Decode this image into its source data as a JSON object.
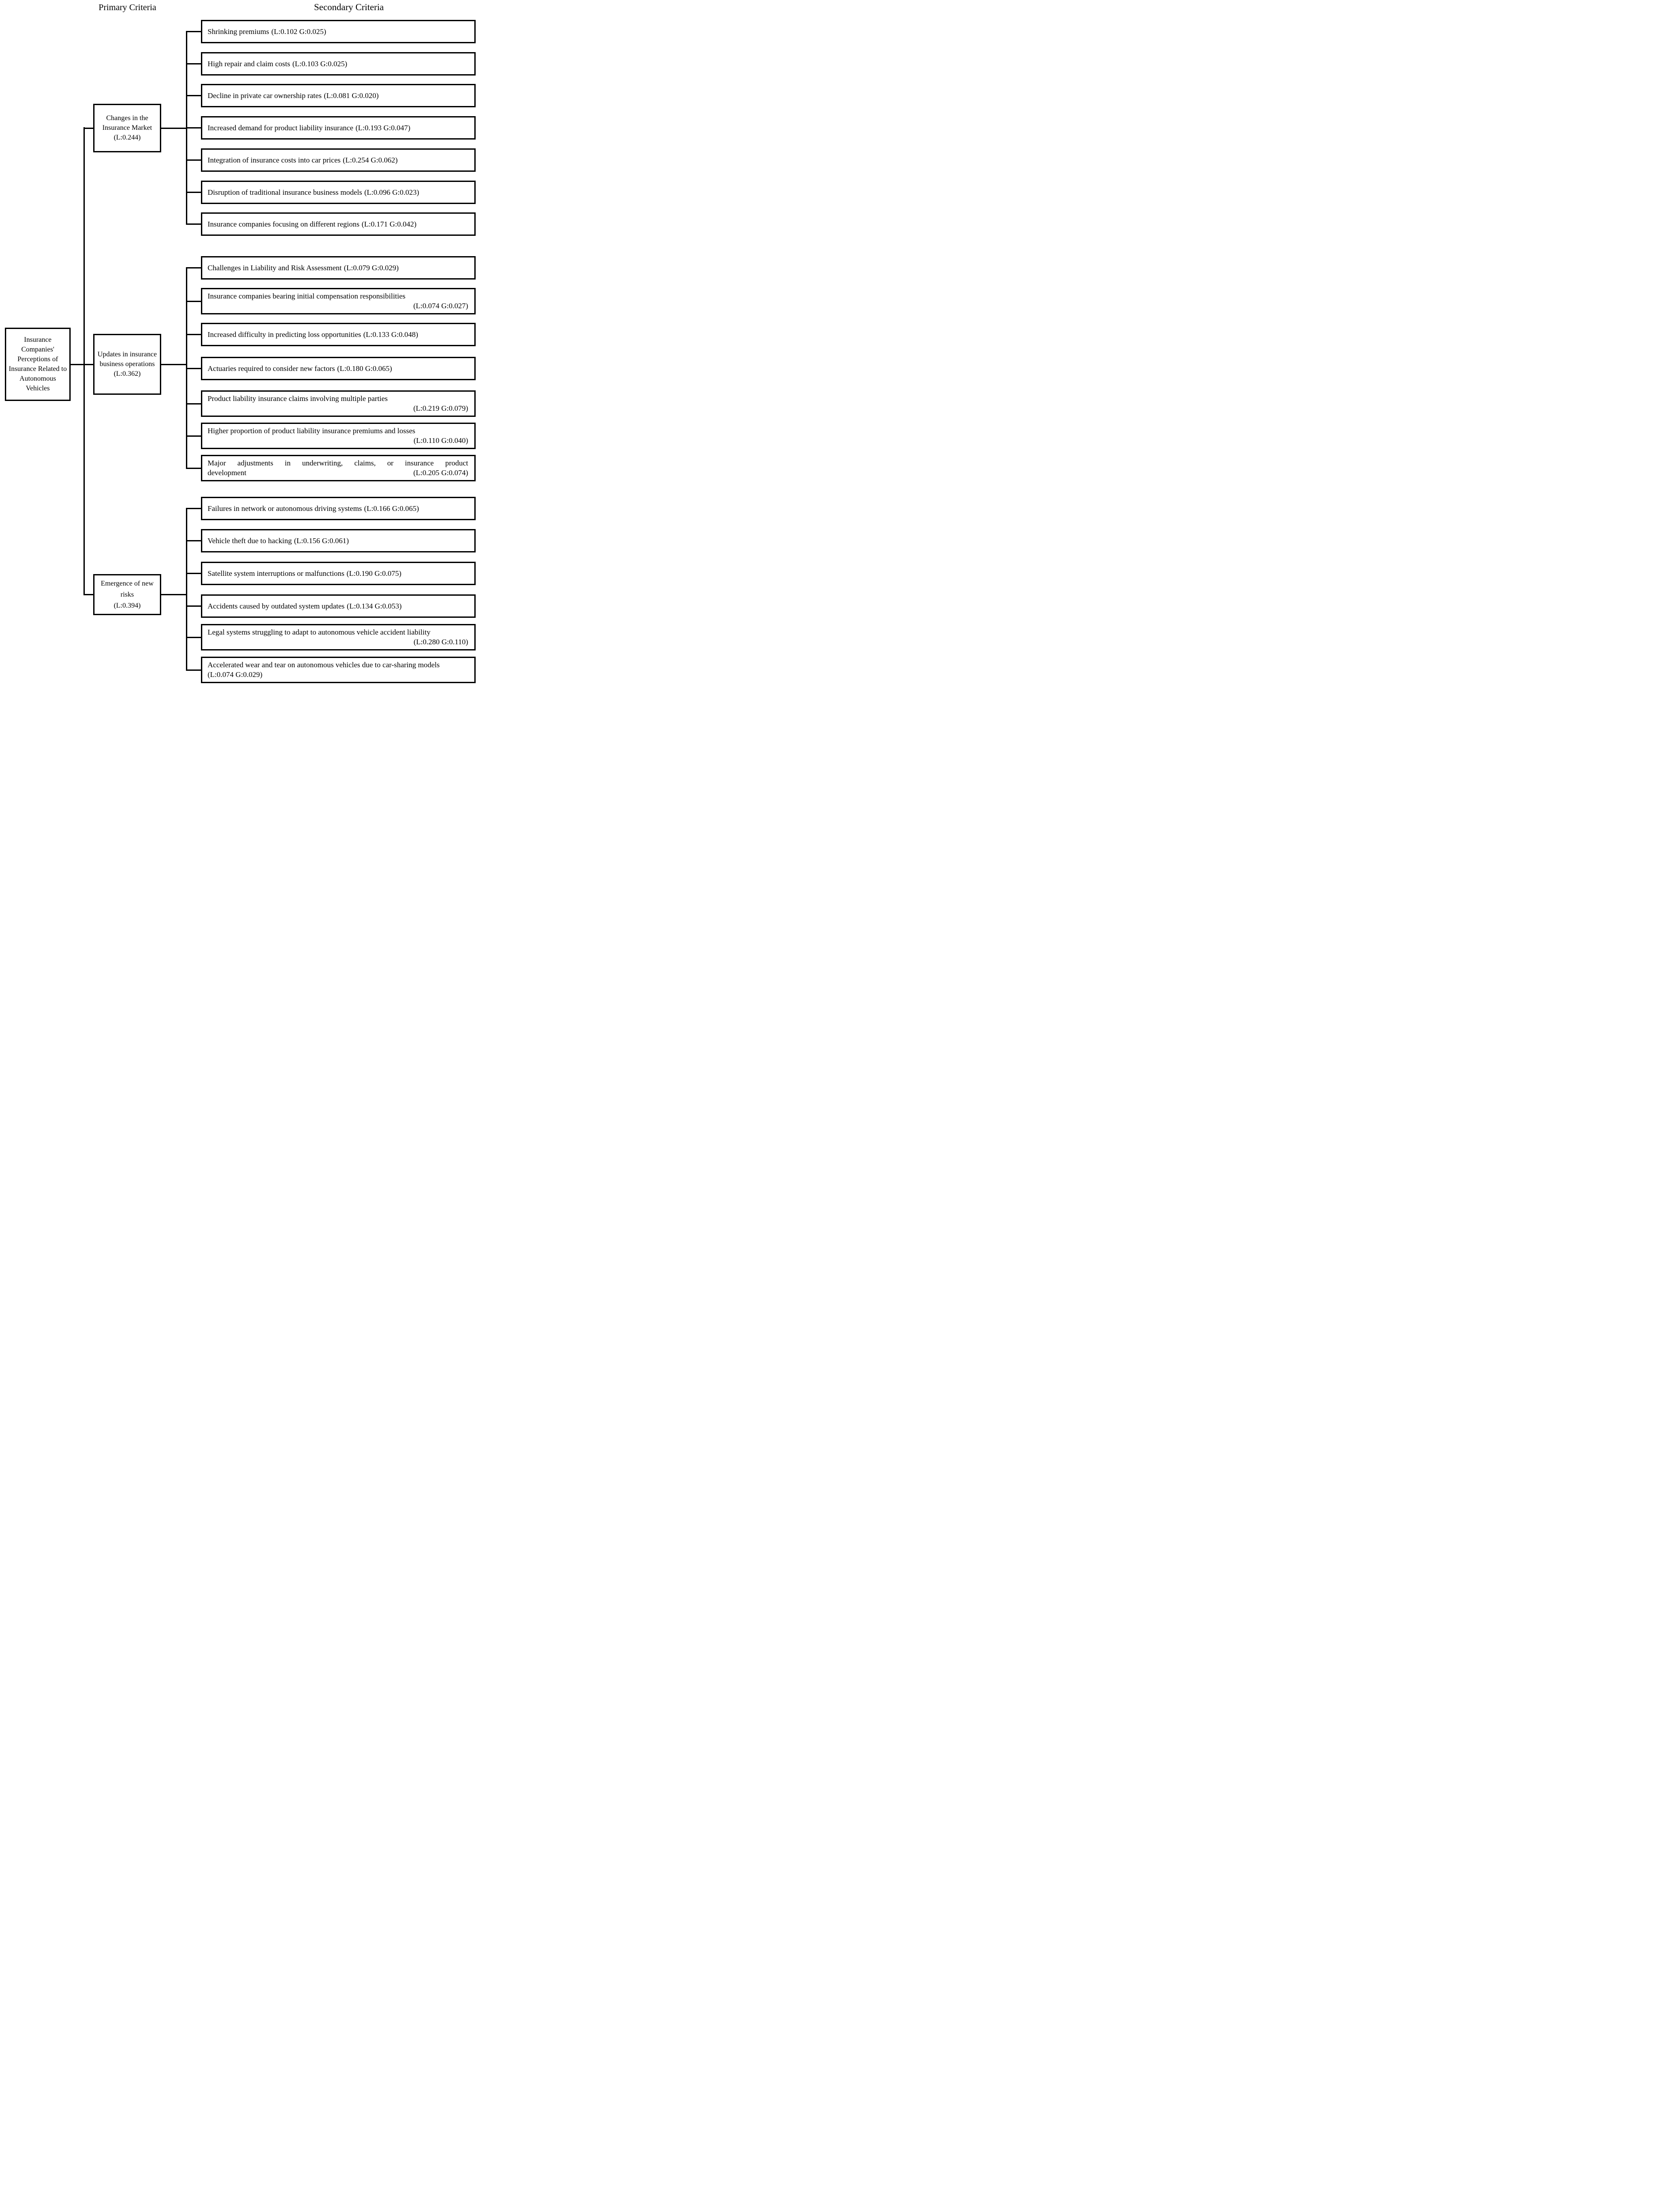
{
  "headers": {
    "primary": "Primary Criteria",
    "secondary": "Secondary Criteria"
  },
  "root": {
    "text": "Insurance Companies' Perceptions of Insurance Related to Autonomous Vehicles"
  },
  "colors": {
    "line": "#000000",
    "background": "#ffffff",
    "text": "#000000"
  },
  "groups": [
    {
      "primary": {
        "text": "Changes in the Insurance Market",
        "weight": "(L:0.244)"
      },
      "children": [
        {
          "text": "Shrinking premiums",
          "weight": "(L:0.102 G:0.025)"
        },
        {
          "text": "High repair and claim costs",
          "weight": "(L:0.103 G:0.025)"
        },
        {
          "text": "Decline in private car ownership rates",
          "weight": "(L:0.081 G:0.020)"
        },
        {
          "text": "Increased demand for product liability insurance",
          "weight": "(L:0.193 G:0.047)"
        },
        {
          "text": "Integration of insurance costs into car prices",
          "weight": "(L:0.254 G:0.062)"
        },
        {
          "text": "Disruption of traditional insurance business models",
          "weight": "(L:0.096 G:0.023)"
        },
        {
          "text": "Insurance companies focusing on different regions",
          "weight": "(L:0.171 G:0.042)"
        }
      ]
    },
    {
      "primary": {
        "text": "Updates in insurance business operations",
        "weight": "(L:0.362)"
      },
      "children": [
        {
          "text": "Challenges in Liability and Risk Assessment",
          "weight": "(L:0.079 G:0.029)"
        },
        {
          "text": "Insurance companies bearing initial compensation responsibilities",
          "weight": "(L:0.074 G:0.027)"
        },
        {
          "text": "Increased difficulty in predicting loss opportunities",
          "weight": "(L:0.133 G:0.048)"
        },
        {
          "text": "Actuaries required to consider new factors",
          "weight": "(L:0.180 G:0.065)"
        },
        {
          "text": "Product liability insurance claims involving multiple parties",
          "weight": "(L:0.219 G:0.079)"
        },
        {
          "text": "Higher proportion of product liability insurance premiums and losses",
          "weight": "(L:0.110 G:0.040)"
        },
        {
          "text_line1": "Major adjustments in underwriting, claims, or insurance product",
          "text_line2": "development",
          "weight": "(L:0.205 G:0.074)"
        }
      ]
    },
    {
      "primary": {
        "text": "Emergence of new risks",
        "weight": "(L:0.394)"
      },
      "children": [
        {
          "text": "Failures in network or autonomous driving systems",
          "weight": "(L:0.166 G:0.065)"
        },
        {
          "text": "Vehicle theft due to hacking",
          "weight": "(L:0.156 G:0.061)"
        },
        {
          "text": "Satellite system interruptions or malfunctions",
          "weight": "(L:0.190 G:0.075)"
        },
        {
          "text": "Accidents caused by outdated system updates",
          "weight": "(L:0.134 G:0.053)"
        },
        {
          "text": "Legal systems struggling to adapt to autonomous vehicle accident liability",
          "weight": "(L:0.280 G:0.110)"
        },
        {
          "text": "Accelerated wear and tear on autonomous vehicles due to car-sharing models",
          "weight": "(L:0.074 G:0.029)"
        }
      ]
    }
  ]
}
